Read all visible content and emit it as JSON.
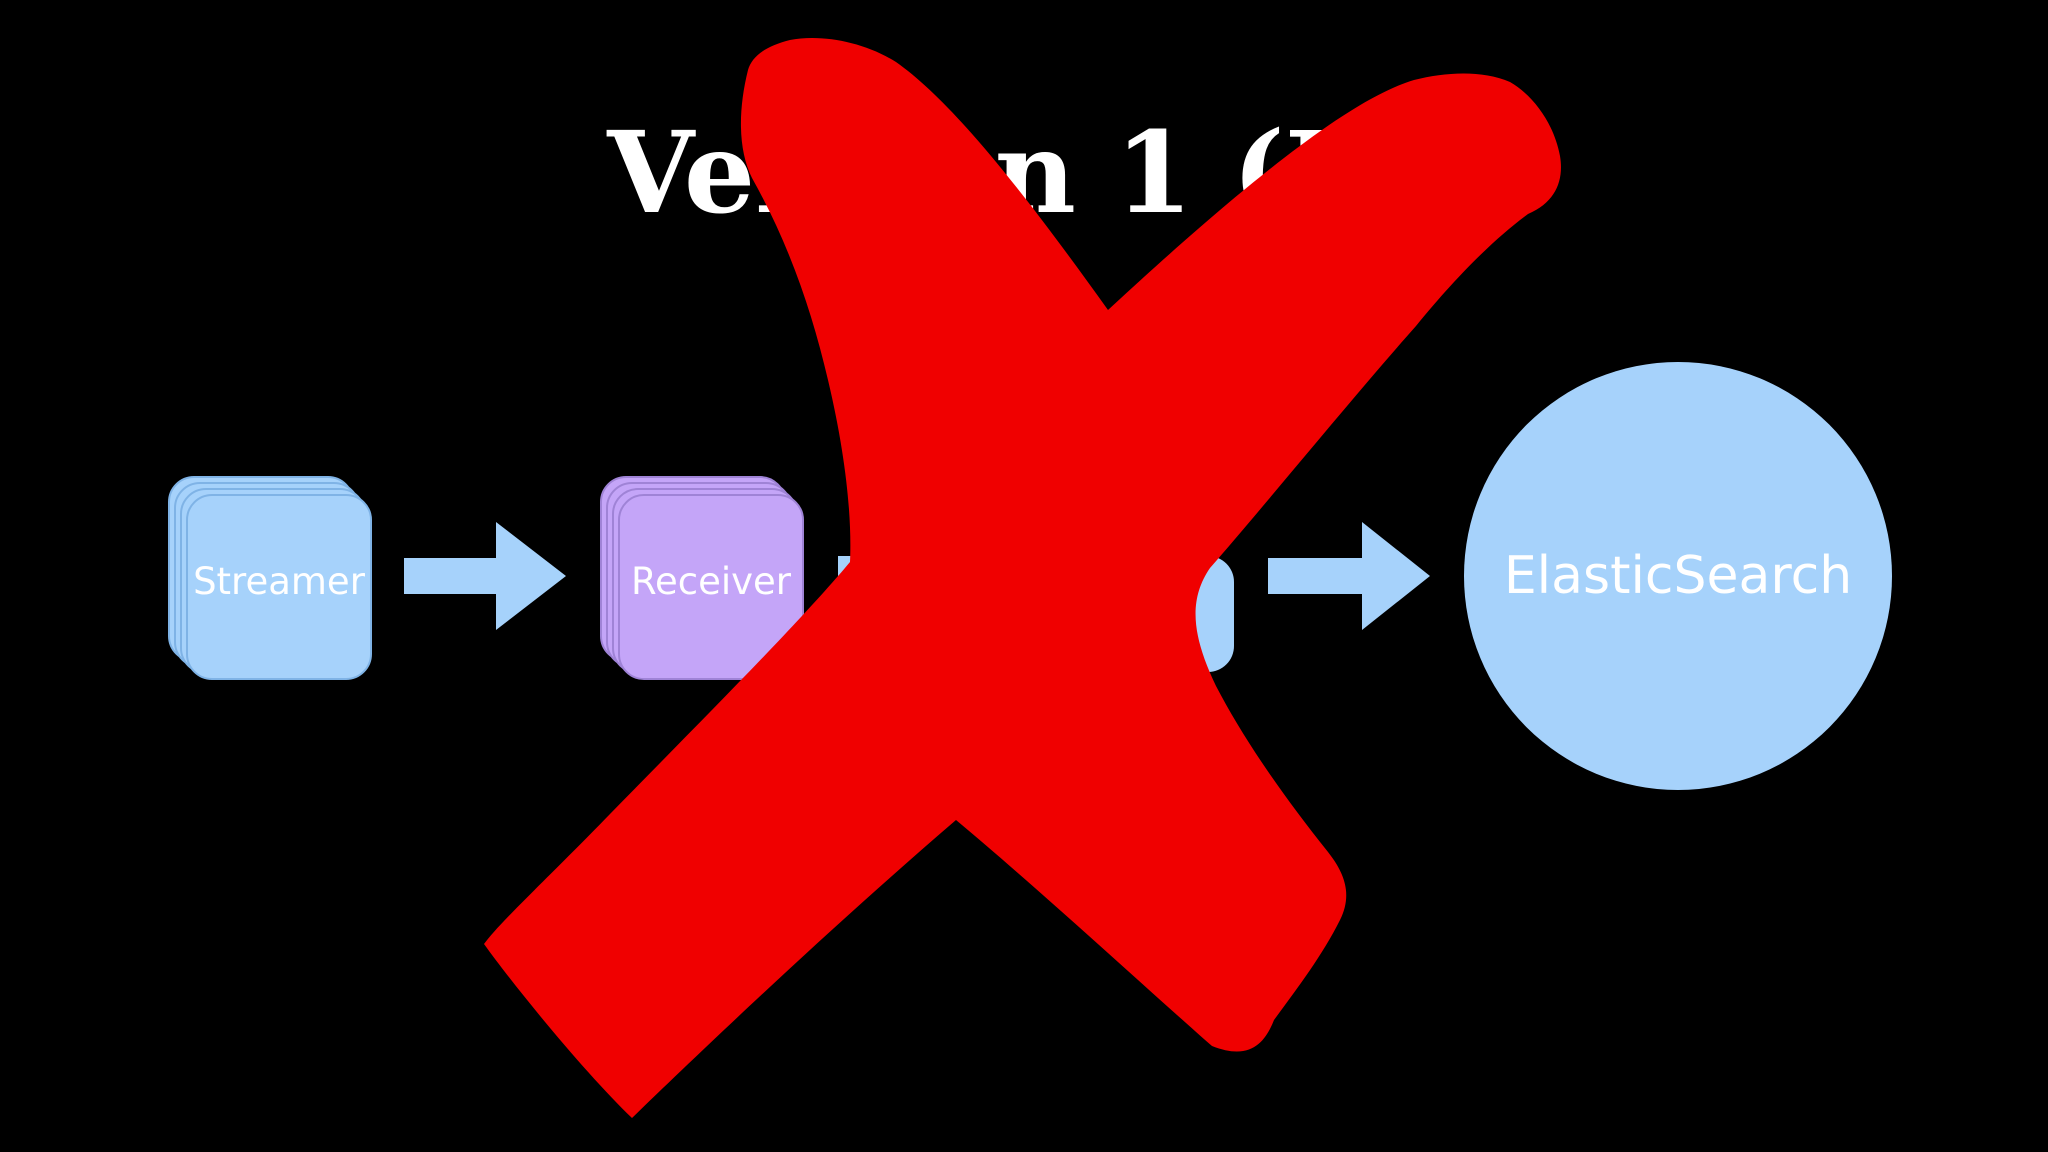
{
  "slide": {
    "title": "Version 1 (Po"
  },
  "nodes": {
    "streamer": {
      "label": "Streamer",
      "color": "#a6d2fb"
    },
    "receiver": {
      "label": "Receiver",
      "color": "#c4a5f8"
    },
    "elasticsearch": {
      "label": "ElasticSearch",
      "color": "#a6d2fb"
    }
  },
  "colors": {
    "background": "#000000",
    "arrow": "#a6d2fb",
    "cross": "#f00000"
  },
  "overlay": {
    "icon": "red-x-cross-icon"
  }
}
